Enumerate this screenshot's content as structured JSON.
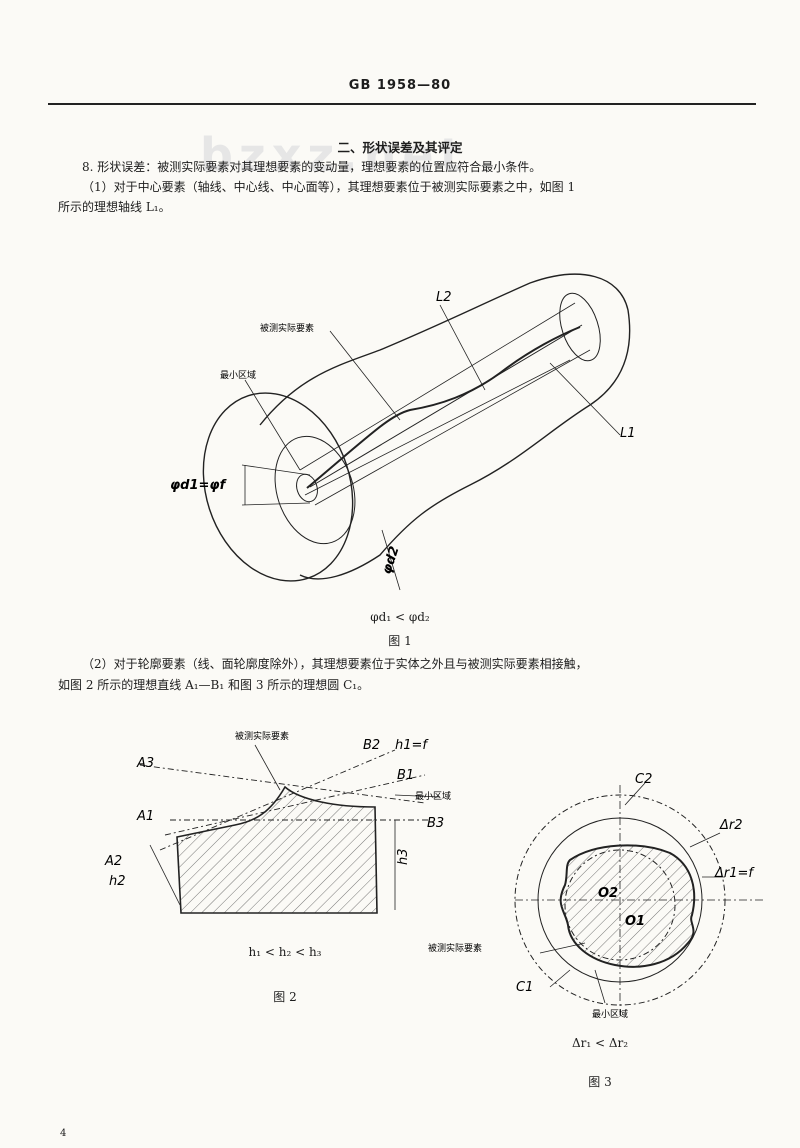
{
  "header": {
    "standard": "GB 1958—80"
  },
  "watermark": "bzxz.net",
  "section_title": "二、形状误差及其评定",
  "paragraphs": {
    "p8": "8. 形状误差：被测实际要素对其理想要素的变动量，理想要素的位置应符合最小条件。",
    "p1_line1": "（1）对于中心要素（轴线、中心线、中心面等），其理想要素位于被测实际要素之中，如图 1",
    "p1_line2": "所示的理想轴线 L₁。",
    "p2_line1": "（2）对于轮廓要素（线、面轮廓度除外），其理想要素位于实体之外且与被测实际要素相接触，",
    "p2_line2": "如图 2 所示的理想直线 A₁—B₁ 和图 3 所示的理想圆 C₁。"
  },
  "figure1": {
    "label_L2": "L2",
    "label_L1": "L1",
    "label_measured": "被测实际要素",
    "label_min_zone": "最小区域",
    "label_phid1": "φd1=φf",
    "label_phid2": "φd2",
    "relation": "φd₁ < φd₂",
    "caption": "图 1"
  },
  "figure2": {
    "label_measured": "被测实际要素",
    "label_A3": "A3",
    "label_B2": "B2",
    "label_h1": "h1=f",
    "label_B1": "B1",
    "label_min_zone": "最小区域",
    "label_A1": "A1",
    "label_B3": "B3",
    "label_A2": "A2",
    "label_h2": "h2",
    "label_h3": "h3",
    "relation": "h₁ < h₂ < h₃",
    "caption": "图 2"
  },
  "figure3": {
    "label_C2": "C2",
    "label_dr2": "Δr2",
    "label_dr1": "Δr1=f",
    "label_O2": "O2",
    "label_O1": "O1",
    "label_measured": "被测实际要素",
    "label_C1": "C1",
    "label_min_zone": "最小区域",
    "relation": "Δr₁ < Δr₂",
    "caption": "图 3"
  },
  "page_number": "4"
}
